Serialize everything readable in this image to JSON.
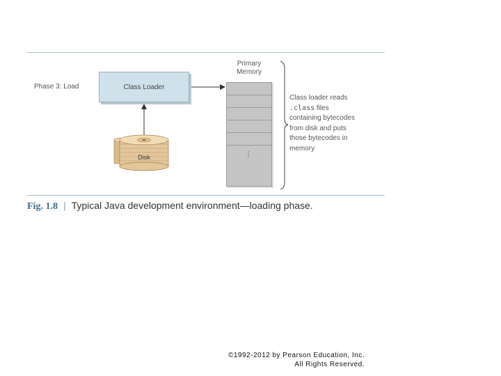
{
  "diagram": {
    "phase_label": "Phase 3: Load",
    "class_loader_label": "Class Loader",
    "primary_memory_label": [
      "Primary",
      "Memory"
    ],
    "memory_ellipsis": "⋮",
    "disk_label": "Disk",
    "callout": {
      "line1": "Class loader reads",
      "code": ".class",
      "line2_rest": " files",
      "line3": "containing bytecodes",
      "line4": "from disk and puts",
      "line5": "those bytecodes in",
      "line6": "memory"
    }
  },
  "caption": {
    "fig": "Fig. 1.8",
    "separator": "|",
    "text": "Typical Java development environment—loading phase."
  },
  "copyright": {
    "line1": "©1992-2012 by Pearson Education, Inc.",
    "line2": "All Rights Reserved."
  },
  "colors": {
    "rule": "#a9c4d6",
    "class_loader_fill": "#cfe1ea",
    "memory_fill": "#c5c5c5",
    "disk_fill": "#e3c79a",
    "caption_fig": "#3f6a8a"
  }
}
